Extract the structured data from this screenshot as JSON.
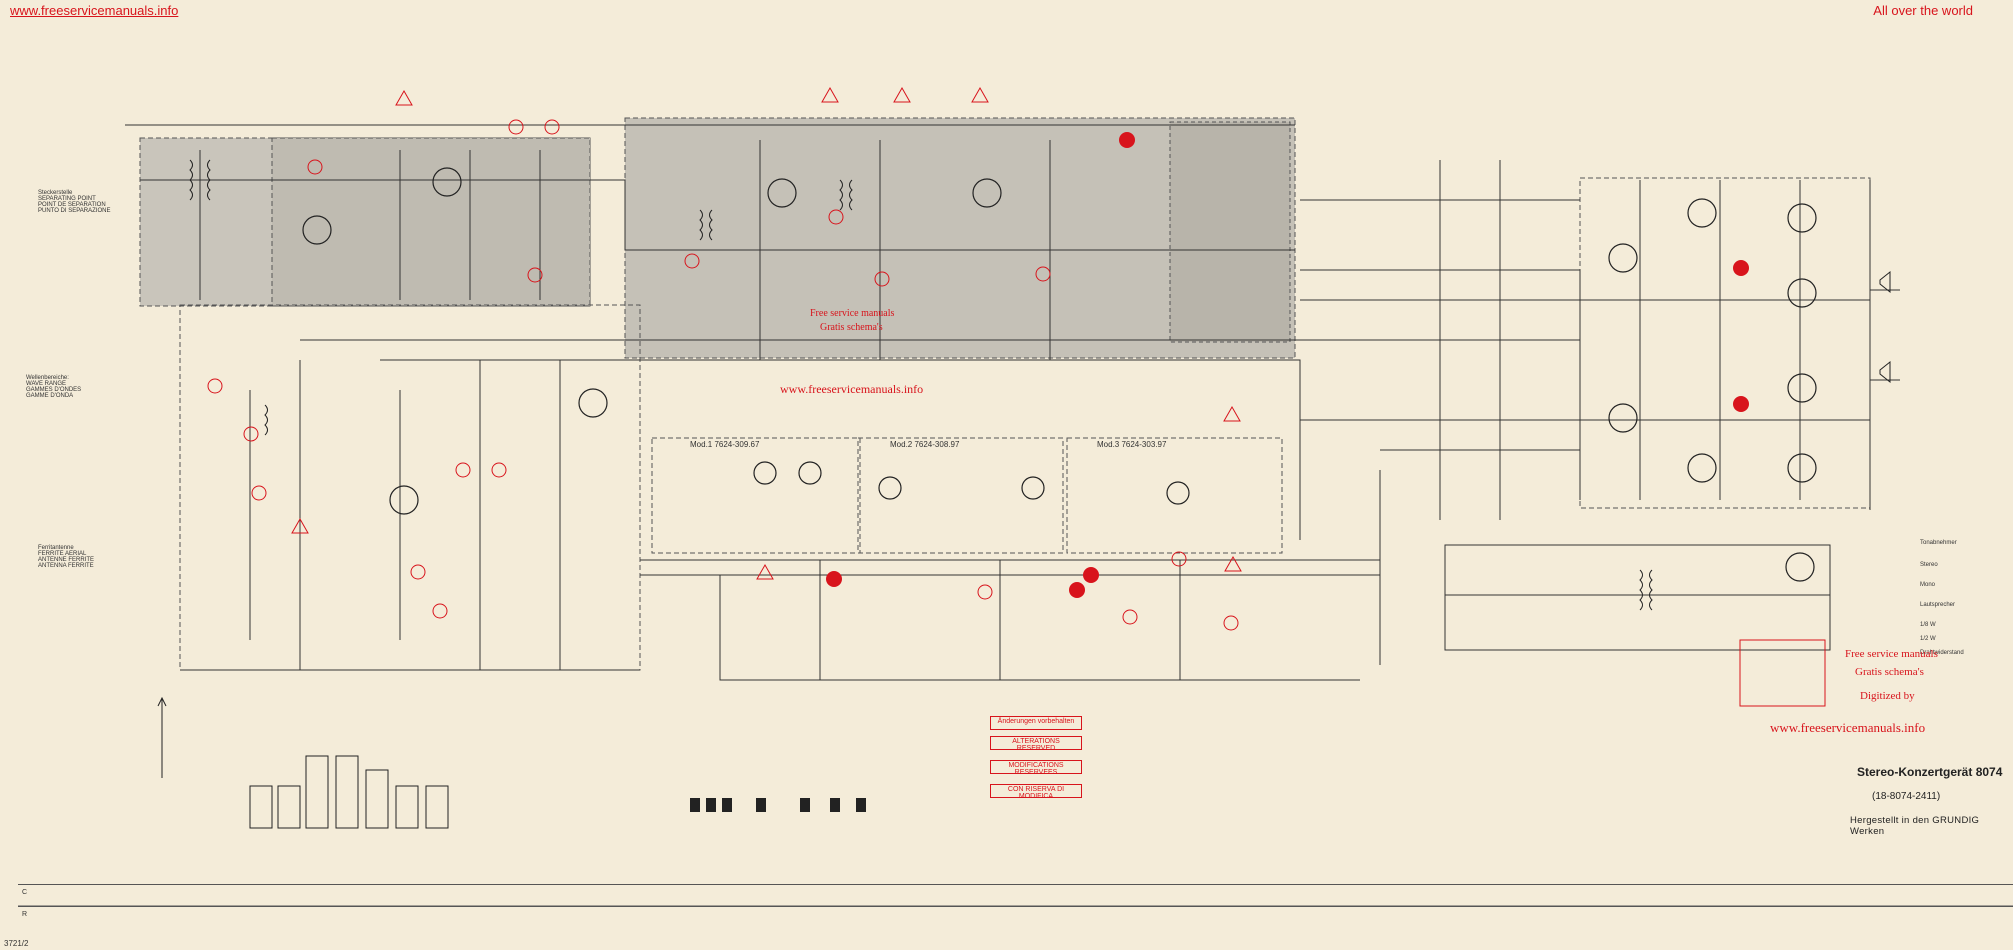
{
  "header": {
    "left_link": "www.freeservicemanuals.info",
    "right_text": "All over the world"
  },
  "title_block": {
    "title": "Stereo-Konzertgerät 8074",
    "model_code": "(18-8074-2411)",
    "maker": "Hergestellt in den GRUNDIG Werken"
  },
  "watermarks": {
    "center_1": "Free service manuals",
    "center_2": "Gratis schema's",
    "center_url": "www.freeservicemanuals.info",
    "right_1": "Free service manuals",
    "right_2": "Gratis schema's",
    "right_digitized": "Digitized by",
    "right_url": "www.freeservicemanuals.info"
  },
  "modules": [
    {
      "label": "Mod.1   7624-309.67"
    },
    {
      "label": "Mod.2   7624-308.97"
    },
    {
      "label": "Mod.3   7624-303.97"
    }
  ],
  "left_notes": {
    "separation_point": "Steckerstelle\nSEPARATING POINT\nPOINT DE SEPARATION\nPUNTO DI SEPARAZIONE",
    "wave_range": "Wellenbereiche:\nWAVE RANGE\nGAMMES D'ONDES\nGAMME D'ONDA",
    "ferrite": "Ferritantenne\nFERRITE AERIAL\nANTENNE FERRITE\nANTENNA FERRITE"
  },
  "change_boxes": [
    "Änderungen vorbehalten",
    "ALTERATIONS RESERVED",
    "MODIFICATIONS RESERVEES",
    "CON RISERVA DI MODIFICA"
  ],
  "legend_right": [
    "Tonabnehmer",
    "Stereo",
    "Mono",
    "Lautsprecher",
    "1/8 W",
    "1/2 W",
    "Drahtwiderstand"
  ],
  "grid": {
    "row_c": "C",
    "row_r": "R"
  },
  "page_number": "3721/2",
  "colors": {
    "ink": "#2a2a2a",
    "red": "#d8141c",
    "paper": "#f4ecd9",
    "shade": "#c9c5bb"
  }
}
